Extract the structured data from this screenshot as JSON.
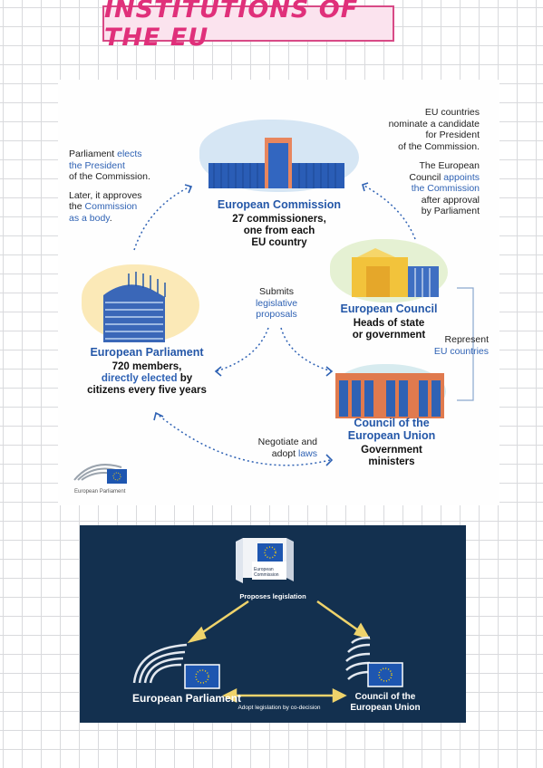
{
  "page_title": "INSTITUTIONS OF THE EU",
  "top_diagram": {
    "commission": {
      "title": "European Commission",
      "body": [
        "27 commissioners,",
        "one from each",
        "EU country"
      ]
    },
    "parliament": {
      "title": "European Parliament",
      "body_line1": "720 members,",
      "body_line2": "directly elected",
      "body_line2_suffix": " by",
      "body_line3": "citizens every five years"
    },
    "council": {
      "title": "European Council",
      "body": [
        "Heads of state",
        "or government"
      ]
    },
    "council_eu": {
      "title_line1": "Council of the",
      "title_line2": "European Union",
      "body": [
        "Government",
        "ministers"
      ]
    },
    "note_left": {
      "line1_prefix": "Parliament ",
      "line1_highlight": "elects",
      "line2": "the President",
      "line3": "of the Commission.",
      "line4": "Later, it approves",
      "line5_prefix": "the ",
      "line5_highlight": "Commission",
      "line6_highlight": "as a body",
      "line6_suffix": "."
    },
    "note_right": {
      "line1": "EU countries",
      "line2": "nominate a candidate",
      "line3": "for President",
      "line4": "of the Commission.",
      "line5": "The European",
      "line6_prefix": "Council ",
      "line6_highlight": "appoints",
      "line7": "the Commission",
      "line8": "after approval",
      "line9": "by Parliament"
    },
    "submits": {
      "line1": "Submits",
      "line2": "legislative",
      "line3": "proposals"
    },
    "represent": {
      "line1": "Represent",
      "line2": "EU countries"
    },
    "negotiate": {
      "line1": "Negotiate and",
      "line2_prefix": "adopt ",
      "line2_highlight": "laws"
    },
    "logo_caption": "European Parliament",
    "colors": {
      "accent": "#2f62b4",
      "commission_blob": "#d6e6f4",
      "parliament_blob": "#fbe9b7",
      "council_blob": "#e5f1d3",
      "council_eu_blob": "#d7ebef"
    }
  },
  "bottom_diagram": {
    "commission_caption_line1": "European",
    "commission_caption_line2": "Commission",
    "proposes": "Proposes legislation",
    "parliament": "European Parliament",
    "council_line1": "Council of the",
    "council_line2": "European Union",
    "codecision": "Adopt legislation by co-decision",
    "colors": {
      "background": "#13304f",
      "arrow": "#efd36b",
      "flag": "#1e56b0",
      "star": "#ffd200"
    }
  }
}
